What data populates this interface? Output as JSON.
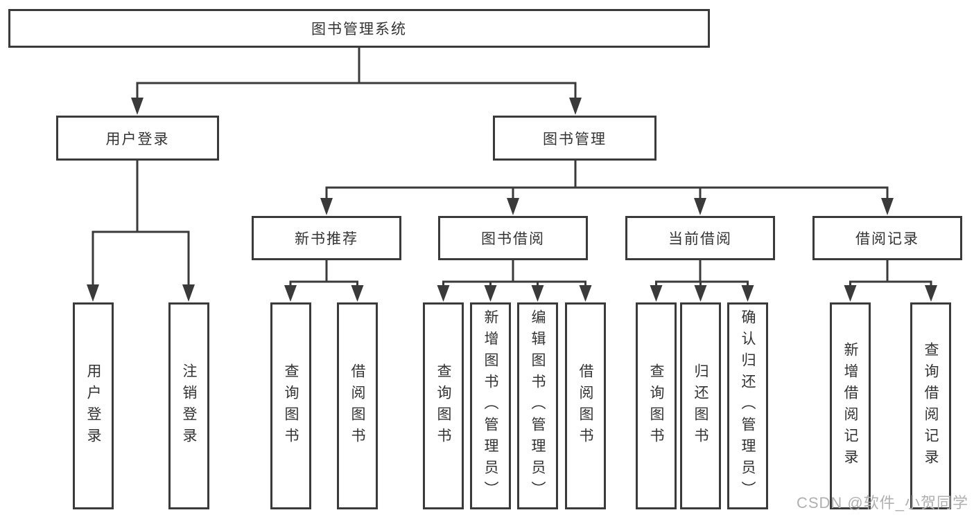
{
  "tree": {
    "root": {
      "label": "图书管理系统"
    },
    "level2": [
      {
        "label": "用户登录",
        "children": [
          {
            "label": "用户登录"
          },
          {
            "label": "注销登录"
          }
        ]
      },
      {
        "label": "图书管理",
        "children": [
          {
            "label": "新书推荐",
            "children": [
              {
                "label": "查询图书"
              },
              {
                "label": "借阅图书"
              }
            ]
          },
          {
            "label": "图书借阅",
            "children": [
              {
                "label": "查询图书"
              },
              {
                "label": "新增图书（管理员）"
              },
              {
                "label": "编辑图书（管理员）"
              },
              {
                "label": "借阅图书"
              }
            ]
          },
          {
            "label": "当前借阅",
            "children": [
              {
                "label": "查询图书"
              },
              {
                "label": "归还图书"
              },
              {
                "label": "确认归还（管理员）"
              }
            ]
          },
          {
            "label": "借阅记录",
            "children": [
              {
                "label": "新增借阅记录"
              },
              {
                "label": "查询借阅记录"
              }
            ]
          }
        ]
      }
    ]
  },
  "watermark": {
    "text": "CSDN @软件_小贺同学"
  },
  "colors": {
    "line": "#3a3a3a",
    "text": "#333333",
    "watermark": "#b0b0b0"
  }
}
